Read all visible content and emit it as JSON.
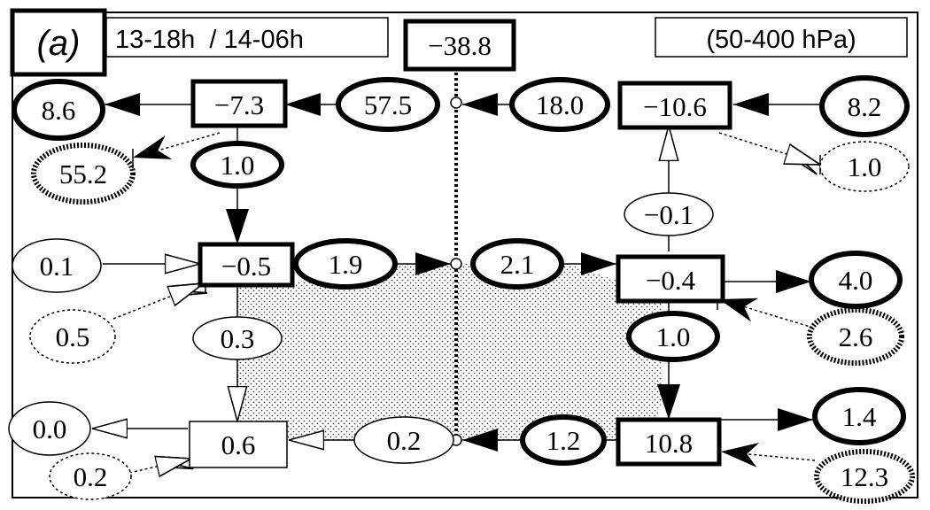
{
  "header": {
    "panel_label": "(a)",
    "time_range": "13-18h  / 14-06h",
    "pressure_range": "(50-400 hPa)",
    "top_value": "−38.8"
  },
  "boxes": {
    "upper_left": "−7.3",
    "upper_right": "−10.6",
    "middle_left": "−0.5",
    "middle_right": "−0.4",
    "lower_left": "0.6",
    "lower_right": "10.8"
  },
  "ellipses": {
    "e_8_6": "8.6",
    "e_57_5": "57.5",
    "e_18_0": "18.0",
    "e_8_2": "8.2",
    "e_55_2": "55.2",
    "e_1_0_left": "1.0",
    "e_1_0_right_dotted": "1.0",
    "e_neg_0_1": "−0.1",
    "e_0_1": "0.1",
    "e_1_9": "1.9",
    "e_2_1": "2.1",
    "e_4_0": "4.0",
    "e_0_5": "0.5",
    "e_0_3": "0.3",
    "e_2_6": "2.6",
    "e_1_0_mid_right": "1.0",
    "e_0_0": "0.0",
    "e_0_2_mid": "0.2",
    "e_1_2": "1.2",
    "e_1_4": "1.4",
    "e_0_2_bottom": "0.2",
    "e_12_3": "12.3"
  }
}
